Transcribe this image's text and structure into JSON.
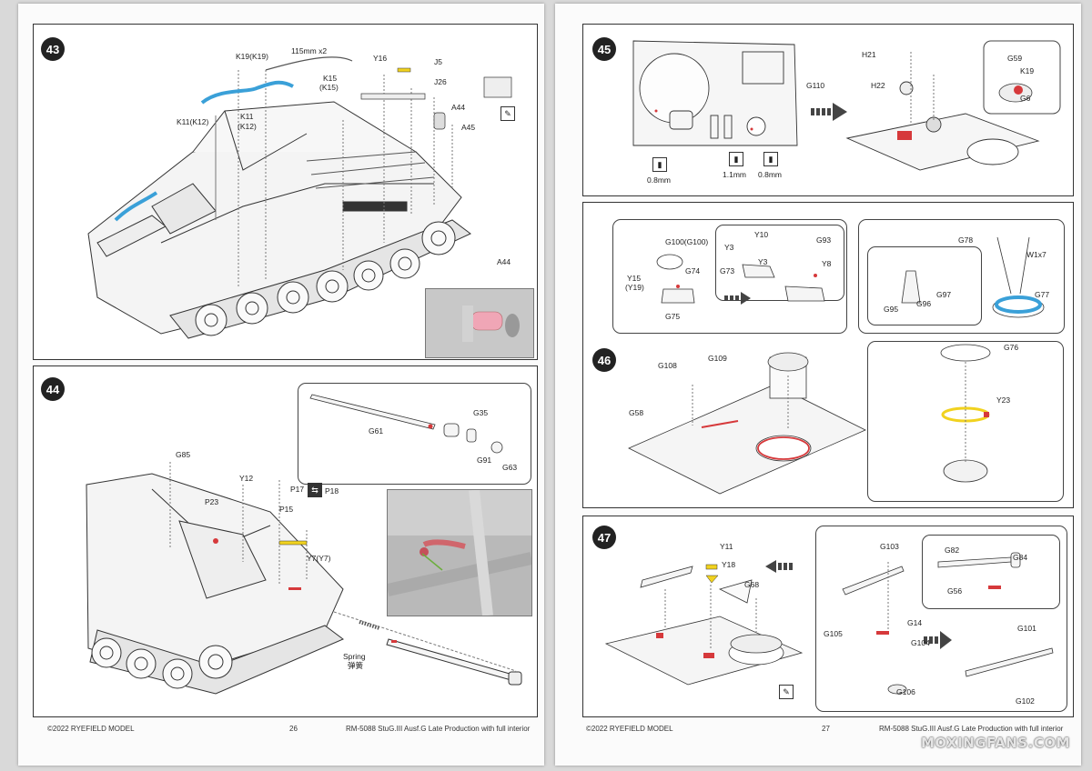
{
  "colors": {
    "accent_red": "#d6393b",
    "accent_blue": "#3aa0d8",
    "accent_yellow": "#f1d21f",
    "accent_pink": "#f0a6b6"
  },
  "left_page": {
    "footer_left": "©2022 RYEFIELD MODEL",
    "page_number": "26",
    "footer_right": "RM-5088 StuG.III Ausf.G Late Production with full interior",
    "step43": {
      "number": "43",
      "labels": {
        "k19": "K19(K19)",
        "rope": "115mm x2",
        "y16": "Y16",
        "j5": "J5",
        "k15": "K15",
        "k15b": "(K15)",
        "j26": "J26",
        "k11k12": "K11(K12)",
        "k11": "K11",
        "k12": "(K12)",
        "a44": "A44",
        "a45": "A45",
        "a44_inset": "A44"
      },
      "icons": {
        "glue": "glue-pen-icon"
      }
    },
    "step44": {
      "number": "44",
      "labels": {
        "g61": "G61",
        "g35": "G35",
        "g91": "G91",
        "g63": "G63",
        "g85": "G85",
        "y12": "Y12",
        "p17": "P17",
        "p18": "P18",
        "p23": "P23",
        "p15": "P15",
        "y7": "Y7(Y7)",
        "spring": "Spring",
        "spring_cn": "弹簧"
      }
    }
  },
  "right_page": {
    "footer_left": "©2022 RYEFIELD MODEL",
    "page_number": "27",
    "footer_right": "RM-5088 StuG.III Ausf.G Late Production with full interior",
    "step45": {
      "number": "45",
      "labels": {
        "g110": "G110",
        "h21": "H21",
        "h22": "H22",
        "g59": "G59",
        "k19": "K19",
        "g6": "G6",
        "drill1": "0.8mm",
        "drill2": "1.1mm",
        "drill3": "0.8mm"
      }
    },
    "step46": {
      "number": "46",
      "labels": {
        "g100": "G100(G100)",
        "g74": "G74",
        "y15": "Y15",
        "y19": "(Y19)",
        "g75": "G75",
        "y10": "Y10",
        "y3a": "Y3",
        "y3b": "Y3",
        "g73": "G73",
        "g93": "G93",
        "y8": "Y8",
        "g78": "G78",
        "w1x7": "W1x7",
        "g95": "G95",
        "g96": "G96",
        "g97": "G97",
        "g77": "G77",
        "g108": "G108",
        "g109": "G109",
        "g58": "G58",
        "g76": "G76",
        "y23": "Y23"
      }
    },
    "step47": {
      "number": "47",
      "labels": {
        "y11": "Y11",
        "y18": "Y18",
        "g68": "G68",
        "g103": "G103",
        "g82": "G82",
        "g84": "G84",
        "g56": "G56",
        "g105": "G105",
        "g14": "G14",
        "g104": "G104",
        "g101": "G101",
        "g106": "G106",
        "g102": "G102"
      }
    }
  },
  "watermark": "MOXINGFANS.COM"
}
